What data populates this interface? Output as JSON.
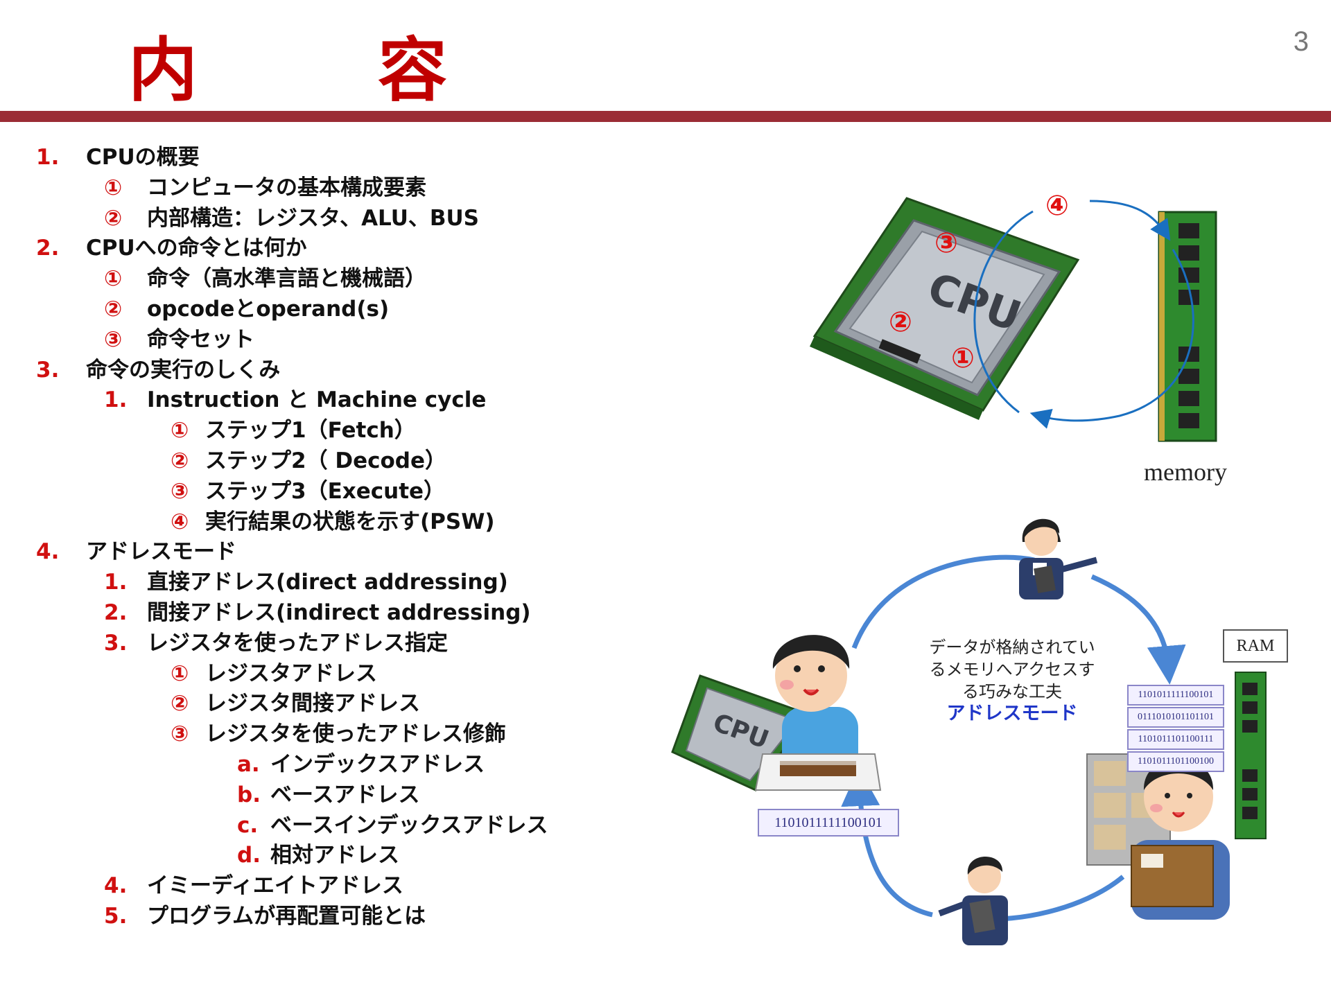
{
  "slide": {
    "title": "内　容",
    "page_number": "3"
  },
  "outline": [
    {
      "level": 0,
      "marker": "1.",
      "text": "CPUの概要"
    },
    {
      "level": 1,
      "marker": "①",
      "text": "コンピュータの基本構成要素"
    },
    {
      "level": 1,
      "marker": "②",
      "text": "内部構造：レジスタ、ALU、BUS"
    },
    {
      "level": 0,
      "marker": "2.",
      "text": "CPUへの命令とは何か"
    },
    {
      "level": 1,
      "marker": "①",
      "text": "命令（高水準言語と機械語）"
    },
    {
      "level": 1,
      "marker": "②",
      "text": "opcodeとoperand(s)"
    },
    {
      "level": 1,
      "marker": "③",
      "text": "命令セット"
    },
    {
      "level": 0,
      "marker": "3.",
      "text": "命令の実行のしくみ"
    },
    {
      "level": 1,
      "marker": "1.",
      "text": "Instruction と Machine cycle"
    },
    {
      "level": 2,
      "marker": "①",
      "text": "ステップ1（Fetch）"
    },
    {
      "level": 2,
      "marker": "②",
      "text": "ステップ2（ Decode）"
    },
    {
      "level": 2,
      "marker": "③",
      "text": "ステップ3（Execute）"
    },
    {
      "level": 2,
      "marker": "④",
      "text": "実行結果の状態を示す(PSW)"
    },
    {
      "level": 0,
      "marker": "4.",
      "text": "アドレスモード"
    },
    {
      "level": 1,
      "marker": "1.",
      "text": "直接アドレス(direct addressing)"
    },
    {
      "level": 1,
      "marker": "2.",
      "text": "間接アドレス(indirect addressing)"
    },
    {
      "level": 1,
      "marker": "3.",
      "text": "レジスタを使ったアドレス指定"
    },
    {
      "level": 2,
      "marker": "①",
      "text": "レジスタアドレス"
    },
    {
      "level": 2,
      "marker": "②",
      "text": "レジスタ間接アドレス"
    },
    {
      "level": 2,
      "marker": "③",
      "text": "レジスタを使ったアドレス修飾"
    },
    {
      "level": 3,
      "marker": "a.",
      "text": "インデックスアドレス"
    },
    {
      "level": 3,
      "marker": "b.",
      "text": "ベースアドレス"
    },
    {
      "level": 3,
      "marker": "c.",
      "text": "ベースインデックスアドレス"
    },
    {
      "level": 3,
      "marker": "d.",
      "text": "相対アドレス"
    },
    {
      "level": 1,
      "marker": "4.",
      "text": "イミーディエイトアドレス"
    },
    {
      "level": 1,
      "marker": "5.",
      "text": "プログラムが再配置可能とは"
    }
  ],
  "figure_cpu_cycle": {
    "chip_label": "CPU",
    "step_markers": [
      "①",
      "②",
      "③",
      "④"
    ],
    "memory_label": "memory"
  },
  "figure_address_mode": {
    "caption_lines": [
      "データが格納されてい",
      "るメモリへアクセスす",
      "る巧みな工夫"
    ],
    "caption_accent": "アドレスモード",
    "chip_label": "CPU",
    "ram_label": "RAM",
    "bit_string": "1101011111100101",
    "ram_bit_strings": [
      "1101011111100101",
      "0111010101101101",
      "1101011101100111",
      "1101011101100100"
    ]
  },
  "colors": {
    "title": "#c00000",
    "rule": "#9b2c35",
    "marker": "#d01010",
    "accent": "#1f36c8",
    "arrow": "#1a6fc0"
  },
  "icons": [
    "cpu-chip-icon",
    "memory-module-icon",
    "programmer-person-icon",
    "clerk-person-icon",
    "warehouse-worker-icon",
    "ram-stick-icon"
  ]
}
